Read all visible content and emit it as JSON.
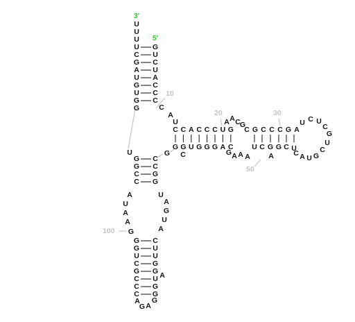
{
  "end_labels": {
    "three_prime": "3'",
    "five_prime": "5'"
  },
  "position_labels": {
    "p10": "10",
    "p20": "20",
    "p30": "30",
    "p50": "50",
    "p100": "100"
  },
  "colors": {
    "end_label": "#27c527",
    "position_label": "#c4c4c4",
    "nucleotide": "#111111",
    "bond": "#222222"
  },
  "strands": {
    "acceptor_3prime": [
      "U",
      "U",
      "U",
      "U",
      "C",
      "G",
      "A",
      "U",
      "G",
      "U",
      "G",
      "G"
    ],
    "acceptor_5prime": [
      "G",
      "U",
      "C",
      "U",
      "A",
      "C",
      "C",
      "C"
    ],
    "connector_10": [
      "C",
      "A",
      "U"
    ],
    "arm_top": [
      "C",
      "C",
      "A",
      "C",
      "C",
      "C",
      "U",
      "G"
    ],
    "arm_top_loop": [
      "A",
      "A",
      "C",
      "G"
    ],
    "arm_top_right": [
      "C",
      "G",
      "C",
      "C",
      "C",
      "G",
      "A"
    ],
    "hairpin_loop": [
      "U",
      "C",
      "U",
      "C",
      "G",
      "U",
      "C",
      "G",
      "U",
      "A",
      "C"
    ],
    "arm_bottom_right": [
      "U",
      "C",
      "G",
      "G",
      "C",
      "U"
    ],
    "arm_bottom_loop": [
      "G",
      "A",
      "A",
      "A",
      "A"
    ],
    "arm_bottom": [
      "G",
      "G",
      "U",
      "G",
      "G",
      "G",
      "A",
      "C"
    ],
    "arm_bottom_bulge": "C",
    "junction_G": "G",
    "junction_U": "U",
    "stem2_left": [
      "G",
      "G",
      "C",
      "C"
    ],
    "stem2_right": [
      "C",
      "C",
      "G",
      "G"
    ],
    "interior_left": [
      "A",
      "U",
      "A",
      "A",
      "G"
    ],
    "interior_right": [
      "U",
      "A",
      "G",
      "U",
      "A"
    ],
    "stem3_left": [
      "G",
      "G",
      "U",
      "C",
      "G",
      "C",
      "C",
      "C"
    ],
    "stem3_right": [
      "C",
      "U",
      "U",
      "G",
      "G",
      "U",
      "G",
      "G"
    ],
    "stem3_bulge": "A",
    "terminal_loop": [
      "A",
      "G",
      "A",
      "G"
    ]
  }
}
